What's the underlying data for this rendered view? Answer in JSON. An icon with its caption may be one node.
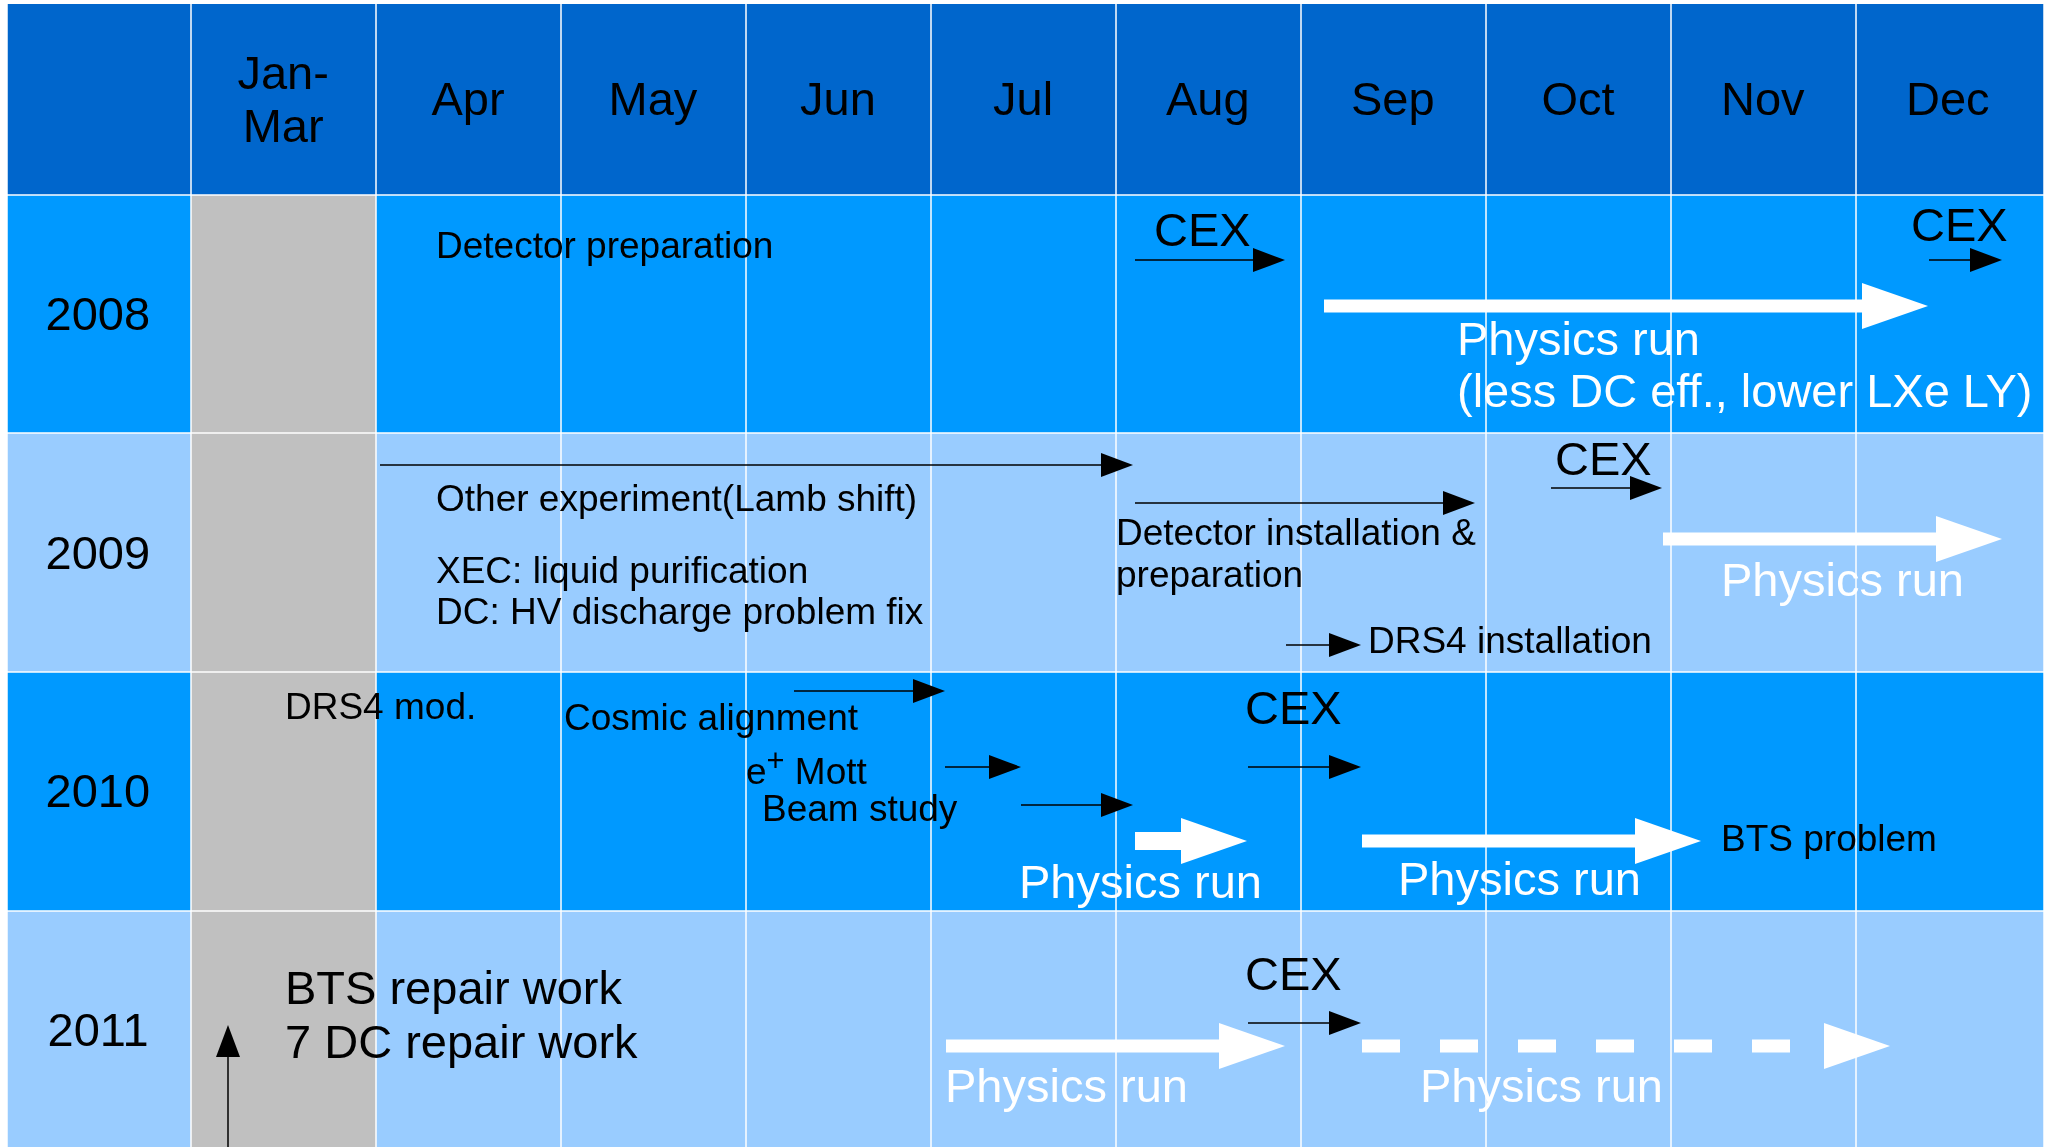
{
  "diagram": {
    "labels": [
      "Jan- Mar",
      "Apr",
      "May",
      "Jun",
      "Jul",
      "Aug",
      "Sep",
      "Oct",
      "Nov",
      "Dec",
      "2008",
      "Detector preparation",
      "CEX",
      "CEX",
      "Physics run",
      "(less DC eff., lower LXe LY)",
      "2009",
      "Other experiment(Lamb shift)",
      "XEC: liquid purification",
      "DC: HV discharge problem fix",
      "Detector installation & preparation",
      "CEX",
      "Physics run",
      "DRS4 installation",
      "2010",
      "DRS4 mod.",
      "Cosmic alignment",
      "e$^{+}$ Mott",
      "Beam study",
      "CEX",
      "Physics run",
      "Physics run",
      "BTS problem",
      "2011",
      "BTS repair work",
      "7 DC repair work",
      "CEX",
      "Physics run",
      "Physics run"
    ]
  }
}
